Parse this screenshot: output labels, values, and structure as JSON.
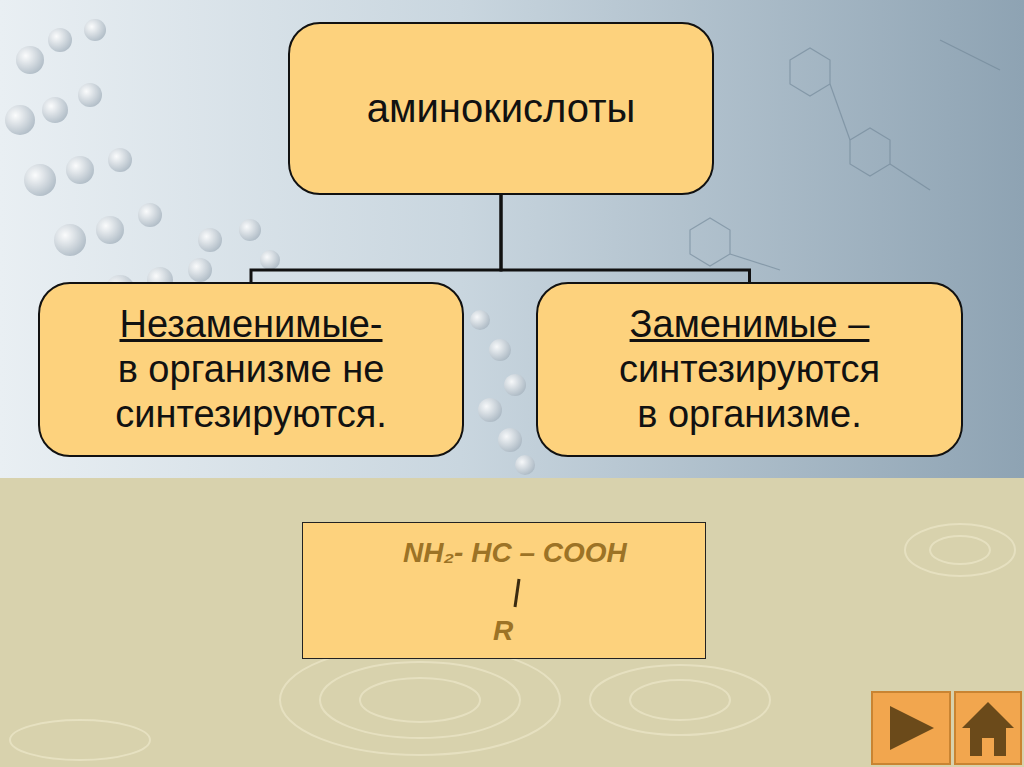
{
  "diagram": {
    "nodes": [
      {
        "text": [
          "аминокислоты"
        ]
      },
      {
        "text": [
          "Незаменимые-",
          "в организме не синтезируются."
        ]
      },
      {
        "text": [
          "Заменимые –",
          "синтезируются в организме."
        ]
      },
      {
        "text": [
          "NH₂- HC – COOH",
          "R"
        ]
      }
    ],
    "edges": [
      {
        "from": 0,
        "to": 1,
        "arrow": "none"
      },
      {
        "from": 0,
        "to": 2,
        "arrow": "none"
      }
    ]
  }
}
